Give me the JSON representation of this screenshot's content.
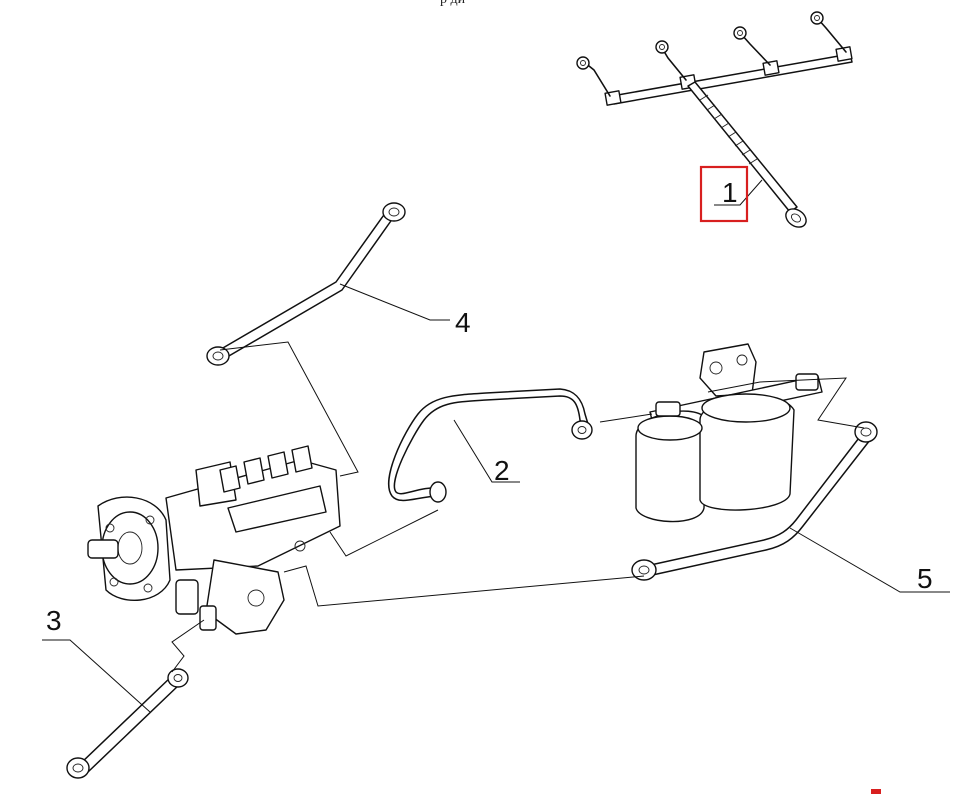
{
  "header": {
    "cut_text": "р   ди"
  },
  "callouts": [
    {
      "id": "1",
      "label": "1"
    },
    {
      "id": "2",
      "label": "2"
    },
    {
      "id": "3",
      "label": "3"
    },
    {
      "id": "4",
      "label": "4"
    },
    {
      "id": "5",
      "label": "5"
    }
  ],
  "highlight_color": "#d81f1f"
}
